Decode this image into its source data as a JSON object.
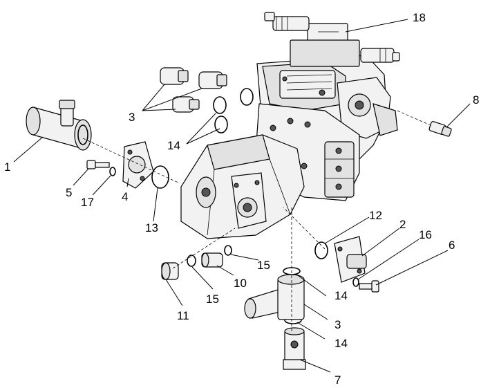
{
  "callouts": [
    {
      "id": "c1",
      "text": "1"
    },
    {
      "id": "c2",
      "text": "2"
    },
    {
      "id": "c3a",
      "text": "3"
    },
    {
      "id": "c3b",
      "text": "3"
    },
    {
      "id": "c4",
      "text": "4"
    },
    {
      "id": "c5",
      "text": "5"
    },
    {
      "id": "c6",
      "text": "6"
    },
    {
      "id": "c7",
      "text": "7"
    },
    {
      "id": "c8",
      "text": "8"
    },
    {
      "id": "c10",
      "text": "10"
    },
    {
      "id": "c11",
      "text": "11"
    },
    {
      "id": "c12",
      "text": "12"
    },
    {
      "id": "c13",
      "text": "13"
    },
    {
      "id": "c14a",
      "text": "14"
    },
    {
      "id": "c14b",
      "text": "14"
    },
    {
      "id": "c14c",
      "text": "14"
    },
    {
      "id": "c15a",
      "text": "15"
    },
    {
      "id": "c15b",
      "text": "15"
    },
    {
      "id": "c16",
      "text": "16"
    },
    {
      "id": "c17",
      "text": "17"
    },
    {
      "id": "c18",
      "text": "18"
    }
  ]
}
